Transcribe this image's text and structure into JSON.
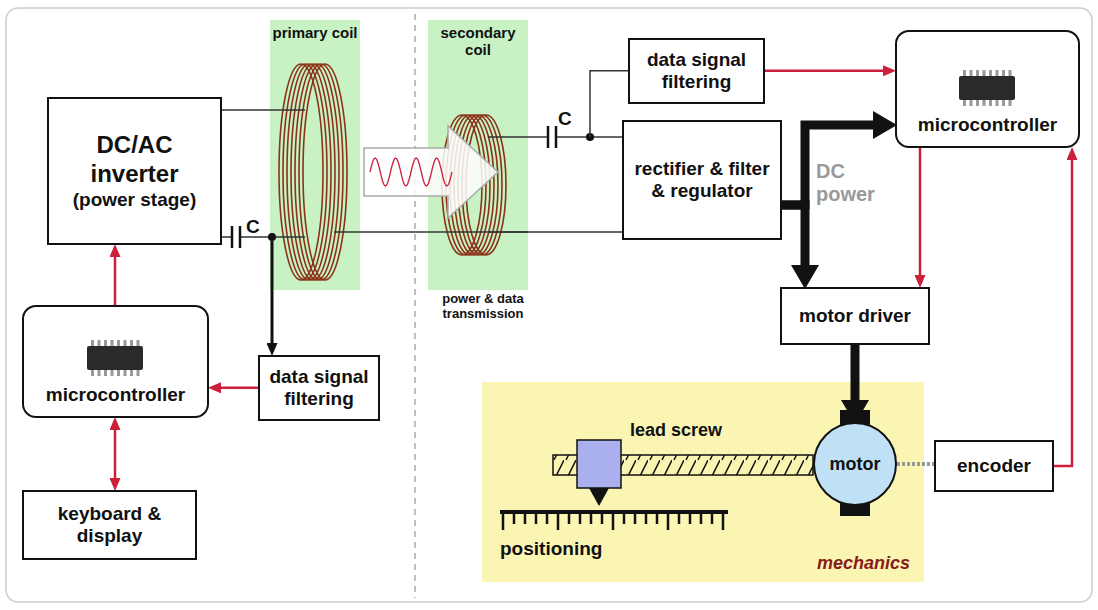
{
  "diagram": {
    "nodes": [
      {
        "text": [
          "DC/AC inverter",
          "(power stage)"
        ]
      },
      {
        "text": [
          "primary coil"
        ]
      },
      {
        "text": [
          "secondary coil"
        ]
      },
      {
        "text": [
          "data signal filtering"
        ]
      },
      {
        "text": [
          "microcontroller"
        ]
      },
      {
        "text": [
          "rectifier & filter & regulator"
        ]
      },
      {
        "text": [
          "microcontroller"
        ]
      },
      {
        "text": [
          "data signal filtering"
        ]
      },
      {
        "text": [
          "motor driver"
        ]
      },
      {
        "text": [
          "keyboard & display"
        ]
      },
      {
        "text": [
          "mechanics"
        ]
      },
      {
        "text": [
          "motor"
        ],
        "in": 10
      },
      {
        "text": [
          "encoder"
        ]
      }
    ],
    "edges": [
      {
        "from": 0,
        "to": 1,
        "arrow": "none"
      },
      {
        "from": 1,
        "to": 2,
        "arrow": "to"
      },
      {
        "from": 1,
        "to": 7,
        "arrow": "to"
      },
      {
        "from": 2,
        "to": 3,
        "arrow": "none"
      },
      {
        "from": 2,
        "to": 5,
        "arrow": "none"
      },
      {
        "from": 3,
        "to": 4,
        "arrow": "to"
      },
      {
        "from": 5,
        "to": 4,
        "arrow": "to"
      },
      {
        "from": 5,
        "to": 8,
        "arrow": "to"
      },
      {
        "from": 4,
        "to": 8,
        "arrow": "to"
      },
      {
        "from": 6,
        "to": 0,
        "arrow": "to"
      },
      {
        "from": 7,
        "to": 6,
        "arrow": "to"
      },
      {
        "from": 6,
        "to": 9,
        "arrow": "both"
      },
      {
        "from": 8,
        "to": 11,
        "arrow": "to"
      },
      {
        "from": 12,
        "to": 4,
        "arrow": "to"
      },
      {
        "from": 11,
        "to": 12,
        "arrow": "none"
      }
    ],
    "labels": [
      "C",
      "C",
      "DC power",
      "power & data transmission",
      "lead screw",
      "positioning"
    ]
  }
}
